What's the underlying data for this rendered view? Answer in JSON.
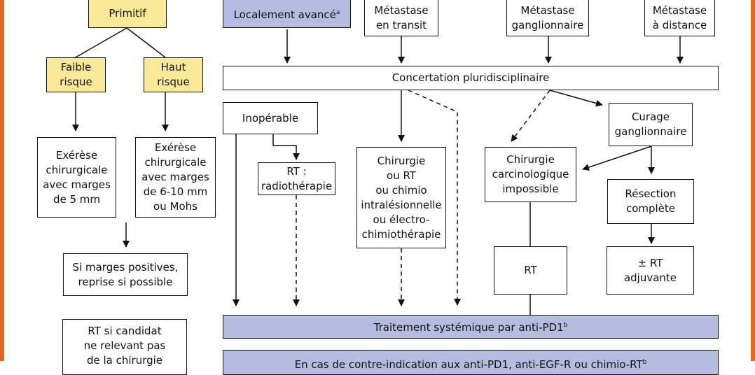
{
  "colors": {
    "border_accent": "#e1691b",
    "yellow_fill": "#fbe99a",
    "blue_fill": "#b4bde0"
  },
  "nodes": {
    "primitif": "Primitif",
    "localement_avance": "Localement avancé",
    "localement_avance_sup": "a",
    "metastase_transit": "Métastase\nen transit",
    "metastase_ganglionnaire": "Métastase\nganglionnaire",
    "metastase_distance": "Métastase\nà distance",
    "faible_risque": "Faible\nrisque",
    "haut_risque": "Haut\nrisque",
    "concertation": "Concertation pluridisciplinaire",
    "inoperable": "Inopérable",
    "curage": "Curage\nganglionnaire",
    "exerese_5mm": "Exérèse\nchirurgicale\navec marges\nde 5 mm",
    "exerese_6_10": "Exérèse\nchirurgicale\navec marges\nde 6-10 mm\nou Mohs",
    "rt_radiotherapie": "RT :\nradiothérapie",
    "chirurgie_options": "Chirurgie\nou RT\nou chimio\nintralésionnelle\nou électro-\nchimiothérapie",
    "chirurgie_impossible": "Chirurgie\ncarcinologique\nimpossible",
    "resection_complete": "Résection\ncomplète",
    "marges_positives": "Si marges positives,\nreprise si possible",
    "rt": "RT",
    "rt_adjuvante": "± RT\nadjuvante",
    "traitement_systemique": "Traitement systémique par anti-PD1",
    "traitement_systemique_sup": "b",
    "rt_candidat": "RT si candidat\nne relevant pas\nde la chirurgie",
    "contre_indication": "En cas de contre-indication aux anti-PD1, anti-EGF-R ou chimio-RT",
    "contre_indication_sup": "b"
  }
}
